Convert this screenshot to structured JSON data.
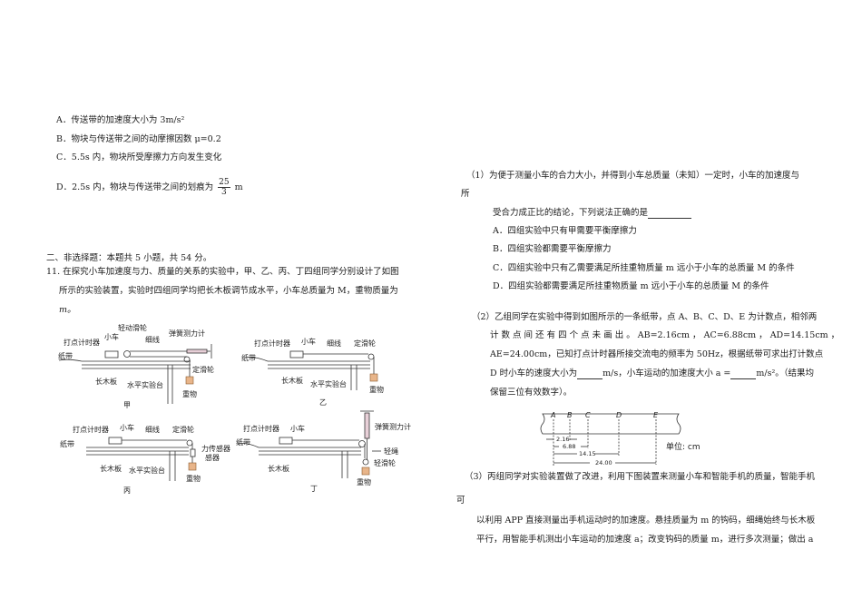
{
  "left_column": {
    "options_q10": [
      {
        "label": "A．",
        "text": "传送带的加速度大小为 3m/s²"
      },
      {
        "label": "B．",
        "text": "物块与传送带之间的动摩擦因数 μ=0.2"
      },
      {
        "label": "C．",
        "text": "5.5s 内，物块所受摩擦力方向发生变化"
      },
      {
        "label": "D．",
        "text_before": "2.5s 内，物块与传送带之间的划痕为",
        "frac_num": "25",
        "frac_den": "3",
        "text_after": "m"
      }
    ],
    "section_heading": "二、非选择题：本题共 5 小题，共 54 分。",
    "q11": {
      "line1": "11. 在探究小车加速度与力、质量的关系的实验中，甲、乙、丙、丁四组同学分别设计了如图",
      "line2": "所示的实验装置，实验时四组同学均把长木板调节成水平，小车总质量为 M，重物质量为",
      "line3": "m。"
    },
    "figures": {
      "jia": {
        "caption": "甲",
        "labels": {
          "pulley_moving": "轻动滑轮",
          "cart": "小车",
          "timer": "打点计时器",
          "string": "细线",
          "spring_scale": "弹簧测力计",
          "tape": "纸带",
          "fixed_pulley": "定滑轮",
          "board": "长木板",
          "table": "水平实验台",
          "weight": "重物"
        }
      },
      "yi": {
        "caption": "乙",
        "labels": {
          "timer": "打点计时器",
          "cart": "小车",
          "string": "细线",
          "fixed_pulley": "定滑轮",
          "tape": "纸带",
          "board": "长木板",
          "table": "水平实验台",
          "weight": "重物"
        }
      },
      "bing": {
        "caption": "丙",
        "labels": {
          "timer": "打点计时器",
          "cart": "小车",
          "string": "细线",
          "fixed_pulley": "定滑轮",
          "tape": "纸带",
          "sensor": "力传感器",
          "sensor2": "感器",
          "board": "长木板",
          "table": "水平实验台",
          "weight": "重物"
        }
      },
      "ding": {
        "caption": "丁",
        "labels": {
          "spring_scale": "弹簧测力计",
          "timer": "打点计时器",
          "cart": "小车",
          "tape": "纸带",
          "rope": "轻绳",
          "light_pulley": "轻滑轮",
          "board": "长木板",
          "weight": "重物"
        }
      }
    }
  },
  "right_column": {
    "q1": {
      "line1": "（1）为便于测量小车的合力大小，并得到小车总质量（未知）一定时，小车的加速度与",
      "line1b": "所",
      "line2": "受合力成正比的结论，下列说法正确的是",
      "options": [
        {
          "label": "A．",
          "text": "四组实验中只有甲需要平衡摩擦力"
        },
        {
          "label": "B．",
          "text": "四组实验都需要平衡摩擦力"
        },
        {
          "label": "C．",
          "text": "四组实验中只有乙需要满足所挂重物质量 m 远小于小车的总质量 M 的条件"
        },
        {
          "label": "D．",
          "text": "四组实验都需要满足所挂重物质量 m 远小于小车的总质量 M 的条件"
        }
      ]
    },
    "q2": {
      "line1": "（2）乙组同学在实验中得到如图所示的一条纸带，点 A、B、C、D、E 为计数点，相邻两",
      "line2": "计 数 点 间 还 有 四 个 点 未 画 出 。 AB=2.16cm ， AC=6.88cm ， AD=14.15cm ，",
      "line3": "AE=24.00cm，已知打点计时器所接交流电的频率为 50Hz，根据纸带可求出打计数点",
      "line4a": "D 时小车的速度大小为",
      "line4b": "m/s，小车运动的加速度大小 a =",
      "line4c": "m/s²。（结果均",
      "line5": "保留三位有效数字）。"
    },
    "tape_figure": {
      "points": [
        "A",
        "B",
        "C",
        "D",
        "E"
      ],
      "distances": [
        "2.16",
        "6.88",
        "14.15",
        "24.00"
      ],
      "unit_label": "单位: cm"
    },
    "q3": {
      "line1": "（3）丙组同学对实验装置做了改进，利用下图装置来测量小车和智能手机的质量，智能手机",
      "line1b": "可",
      "line2": "以利用 APP 直接测量出手机运动时的加速度。悬挂质量为 m 的钩码，细绳始终与长木板",
      "line3": "平行，用智能手机测出小车运动的加速度 a；改变钩码的质量 m，进行多次测量；做出 a"
    }
  }
}
